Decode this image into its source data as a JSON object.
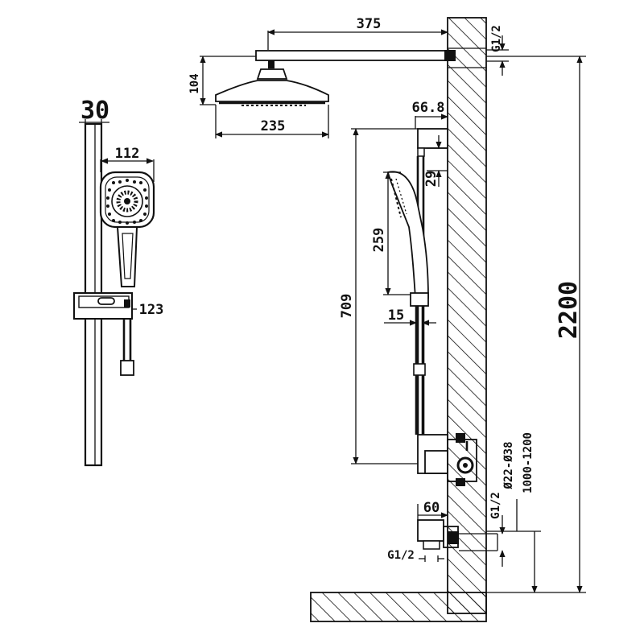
{
  "dimensions": {
    "arm_length": "375",
    "arm_thread": "G1/2",
    "head_height": "104",
    "head_diameter": "235",
    "holder_offset": "66.8",
    "holder_gap": "29",
    "handset_length": "259",
    "bar_length": "709",
    "holder_spacing": "15",
    "total_height": "2200",
    "mixer_diameter": "Ø22-Ø38",
    "mixer_height": "1000-1200",
    "outlet_depth": "60",
    "inlet_thread": "G1/2",
    "bottom_thread": "G1/2",
    "rail_width": "30",
    "handset_width": "112",
    "slider_depth": "123"
  },
  "colors": {
    "line": "#111111",
    "background": "#ffffff"
  }
}
